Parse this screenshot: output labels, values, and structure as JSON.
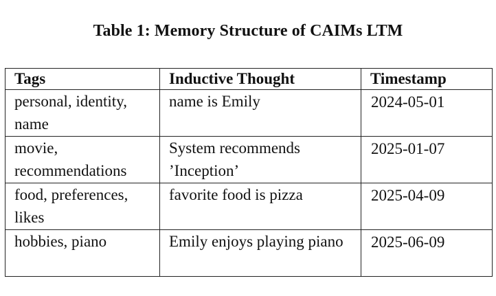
{
  "caption": "Table 1: Memory Structure of CAIMs LTM",
  "table": {
    "headers": [
      "Tags",
      "Inductive Thought",
      "Timestamp"
    ],
    "rows": [
      {
        "tags": "personal, identity, name",
        "thought": "name is Emily",
        "timestamp": "2024-05-01"
      },
      {
        "tags": "movie, recommendations",
        "thought": "System recommends ’Inception’",
        "timestamp": "2025-01-07"
      },
      {
        "tags": "food, preferences, likes",
        "thought": "favorite food is pizza",
        "timestamp": "2025-04-09"
      },
      {
        "tags": "hobbies, piano",
        "thought": "Emily enjoys playing piano",
        "timestamp": "2025-06-09"
      }
    ]
  }
}
